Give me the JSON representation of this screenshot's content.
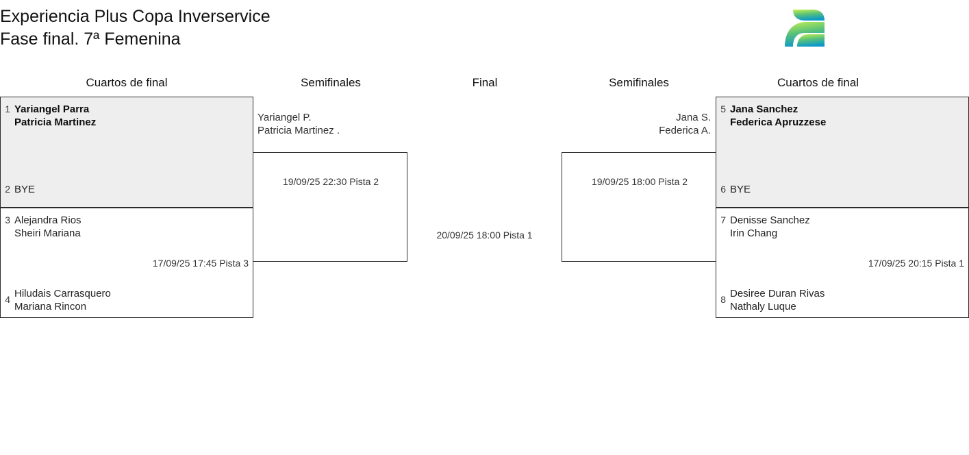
{
  "header": {
    "title_line1": "Experiencia Plus Copa Inverservice",
    "title_line2": "Fase final. 7ª Femenina",
    "logo_name": "inverservice-logo",
    "logo_colors": {
      "top": "#c6f24e",
      "mid": "#57c07a",
      "bottom": "#0e9ac8"
    }
  },
  "rounds": {
    "left_qf": "Cuartos de final",
    "left_sf": "Semifinales",
    "final": "Final",
    "right_sf": "Semifinales",
    "right_qf": "Cuartos de final"
  },
  "left_bracket": {
    "match1": {
      "team_top": {
        "seed": "1",
        "line1": "Yariangel Parra",
        "line2": "Patricia Martinez"
      },
      "team_bottom": {
        "seed": "2",
        "line1": "BYE",
        "line2": ""
      },
      "time": ""
    },
    "match2": {
      "team_top": {
        "seed": "3",
        "line1": "Alejandra Rios",
        "line2": "Sheiri Mariana"
      },
      "team_bottom": {
        "seed": "4",
        "line1": "Hiludais Carrasquero",
        "line2": "Mariana Rincon"
      },
      "time": "17/09/25 17:45 Pista 3"
    },
    "semifinal": {
      "advancing_line1": "Yariangel P.",
      "advancing_line2": "Patricia Martinez .",
      "time": "19/09/25 22:30 Pista 2"
    }
  },
  "right_bracket": {
    "match3": {
      "team_top": {
        "seed": "5",
        "line1": "Jana Sanchez",
        "line2": "Federica Apruzzese"
      },
      "team_bottom": {
        "seed": "6",
        "line1": "BYE",
        "line2": ""
      },
      "time": ""
    },
    "match4": {
      "team_top": {
        "seed": "7",
        "line1": "Denisse Sanchez",
        "line2": "Irin Chang"
      },
      "team_bottom": {
        "seed": "8",
        "line1": "Desiree Duran Rivas",
        "line2": "Nathaly Luque"
      },
      "time": "17/09/25 20:15 Pista 1"
    },
    "semifinal": {
      "advancing_line1": "Jana S.",
      "advancing_line2": "Federica A.",
      "time": "19/09/25 18:00 Pista 2"
    }
  },
  "final": {
    "time": "20/09/25 18:00 Pista 1"
  }
}
